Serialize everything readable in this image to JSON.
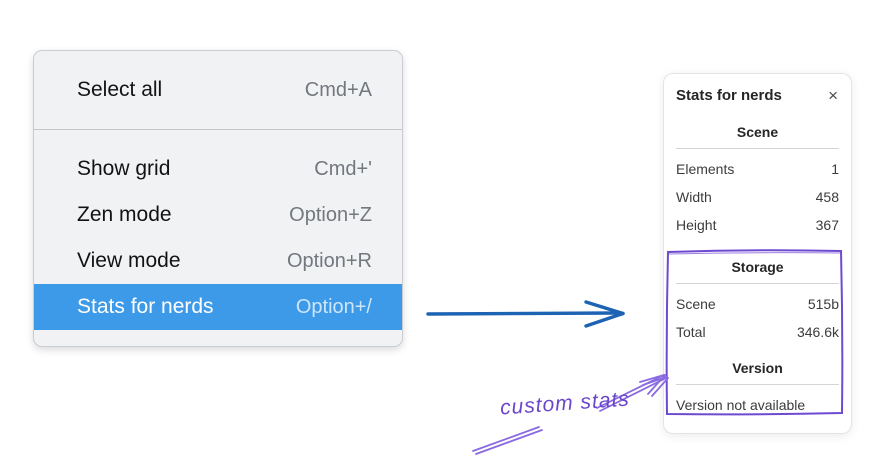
{
  "menu": {
    "items": [
      {
        "label": "Select all",
        "shortcut": "Cmd+A"
      },
      {
        "label": "Show grid",
        "shortcut": "Cmd+'"
      },
      {
        "label": "Zen mode",
        "shortcut": "Option+Z"
      },
      {
        "label": "View mode",
        "shortcut": "Option+R"
      },
      {
        "label": "Stats for nerds",
        "shortcut": "Option+/"
      }
    ],
    "selected_item": "Stats for nerds",
    "highlight_color": "#3d9ae8"
  },
  "stats_panel": {
    "title": "Stats for nerds",
    "close_icon": "×",
    "sections": [
      {
        "header": "Scene",
        "rows": [
          {
            "label": "Elements",
            "value": "1"
          },
          {
            "label": "Width",
            "value": "458"
          },
          {
            "label": "Height",
            "value": "367"
          }
        ]
      },
      {
        "header": "Storage",
        "rows": [
          {
            "label": "Scene",
            "value": "515b"
          },
          {
            "label": "Total",
            "value": "346.6k"
          }
        ]
      },
      {
        "header": "Version",
        "note": "Version not available"
      }
    ]
  },
  "annotations": {
    "custom_stats_label": "custom stats",
    "blue_arrow_color": "#1d63b4",
    "purple_color": "#6d4ad0",
    "purple_arrow_color": "#8a6ae0"
  }
}
